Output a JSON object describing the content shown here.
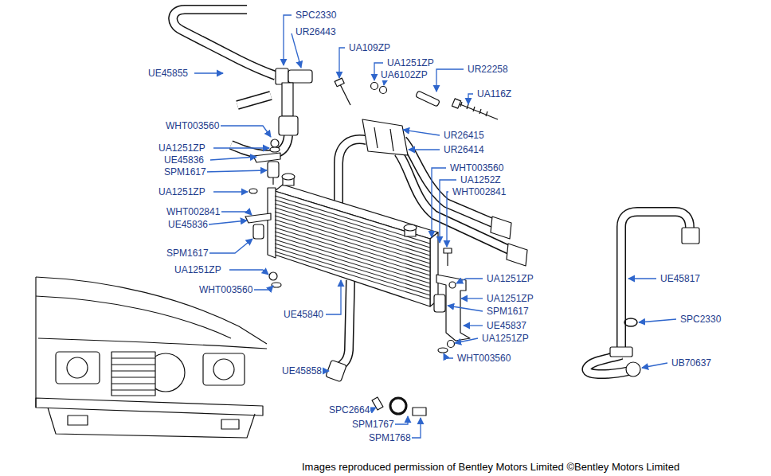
{
  "diagram": {
    "labels": [
      "SPC2330",
      "UR26443",
      "UE45855",
      "UA109ZP",
      "UA1251ZP",
      "UA6102ZP",
      "UR22258",
      "UA116Z",
      "WHT003560",
      "UR26415",
      "UR26414",
      "UA1251ZP",
      "UE45836",
      "SPM1617",
      "UA1251ZP",
      "WHT003560",
      "UA1252Z",
      "WHT002841",
      "WHT002841",
      "UE45836",
      "SPM1617",
      "UA1251ZP",
      "WHT003560",
      "UE45817",
      "UA1251ZP",
      "UA1251ZP",
      "SPM1617",
      "UE45840",
      "UE45837",
      "SPC2330",
      "UA1251ZP",
      "WHT003560",
      "UB70637",
      "UE45858",
      "SPC2664",
      "SPM1767",
      "SPM1768",
      "Images reproduced permission of Bentley Motors Limited ©Bentley Motors Limited"
    ]
  }
}
